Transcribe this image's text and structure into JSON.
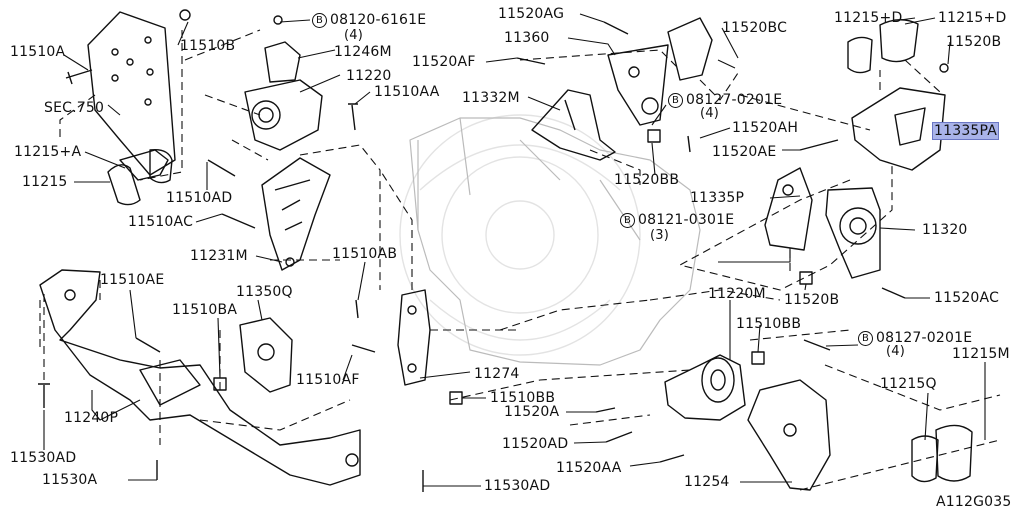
{
  "diagram": {
    "code": "A112G035",
    "labels": {
      "p11510A": "11510A",
      "p11510B": "11510B",
      "sec750": "SEC.750",
      "p11215_A": "11215+A",
      "p11215": "11215",
      "b08120_6161E": "08120-6161E",
      "q4_a": "(4)",
      "p11246M": "11246M",
      "p11220": "11220",
      "p11510AA": "11510AA",
      "p11510AD": "11510AD",
      "p11510AC": "11510AC",
      "p11231M": "11231M",
      "p11520AG": "11520AG",
      "p11360": "11360",
      "p11520AF": "11520AF",
      "p11332M": "11332M",
      "p11520BC": "11520BC",
      "b08127_0201E_a": "08127-0201E",
      "q4_b": "(4)",
      "p11520AH": "11520AH",
      "p11520BB": "11520BB",
      "p11215_D1": "11215+D",
      "p11215_D2": "11215+D",
      "p11520B_top": "11520B",
      "p11335PA": "11335PA",
      "p11520AE": "11520AE",
      "p11335P": "11335P",
      "b08121_0301E": "08121-0301E",
      "q3": "(3)",
      "p11320": "11320",
      "p11520B": "11520B",
      "p11520AC": "11520AC",
      "p11510AB": "11510AB",
      "p11220M": "11220M",
      "p11510AE": "11510AE",
      "p11350Q": "11350Q",
      "p11510BA": "11510BA",
      "p11510BB_a": "11510BB",
      "b08127_0201E_b": "08127-0201E",
      "q4_c": "(4)",
      "p11215M": "11215M",
      "p11510AF": "11510AF",
      "p11274": "11274",
      "p11240P": "11240P",
      "p11510BB_b": "11510BB",
      "p11520A": "11520A",
      "p11215Q": "11215Q",
      "p11530AD_a": "11530AD",
      "p11520AD": "11520AD",
      "p11520AA": "11520AA",
      "p11530A": "11530A",
      "p11530AD_b": "11530AD",
      "p11254": "11254"
    },
    "badge_letter": "B",
    "highlight_color": "#a9b3e9"
  }
}
